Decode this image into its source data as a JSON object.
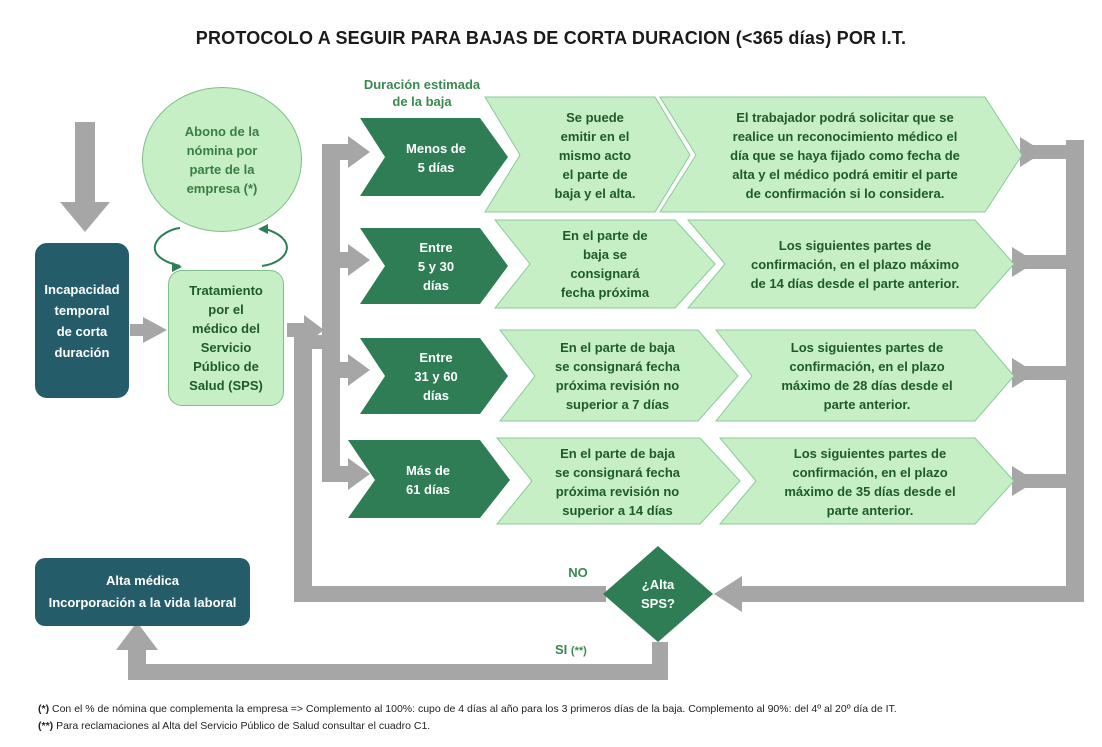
{
  "title": "PROTOCOLO  A SEGUIR PARA BAJAS DE CORTA DURACION (<365 días) POR I.T.",
  "incapacidad": [
    "Incapacidad",
    "temporal",
    "de corta",
    "duración"
  ],
  "abono": [
    "Abono de la",
    "nómina  por",
    "parte de la",
    "empresa (*)"
  ],
  "tratamiento": [
    "Tratamiento",
    "por el",
    "médico del",
    "Servicio",
    "Público de",
    "Salud (SPS)"
  ],
  "duracion_label": [
    "Duración estimada",
    "de la baja"
  ],
  "rows": [
    {
      "duration": [
        "Menos de",
        "5 días"
      ],
      "partes": [
        "Se puede",
        "emitir en el",
        "mismo acto",
        "el parte de",
        "baja y el alta."
      ],
      "confirmacion": [
        "El trabajador podrá solicitar que se",
        "realice un reconocimiento médico el",
        "día que se haya fijado como fecha de",
        "alta y el médico podrá emitir el parte",
        "de confirmación si lo considera."
      ]
    },
    {
      "duration": [
        "Entre",
        "5  y  30",
        "días"
      ],
      "partes": [
        "En el parte de",
        "baja se",
        "consignará",
        "fecha próxima"
      ],
      "confirmacion": [
        "Los siguientes partes de",
        "confirmación, en el plazo máximo",
        "de 14 días desde el parte anterior."
      ]
    },
    {
      "duration": [
        "Entre",
        "31  y  60",
        "días"
      ],
      "partes": [
        "En el parte de baja",
        "se consignará fecha",
        "próxima revisión no",
        "superior a 7 días"
      ],
      "confirmacion": [
        "Los siguientes partes de",
        "confirmación, en el plazo",
        "máximo de 28 días desde el",
        "parte anterior."
      ]
    },
    {
      "duration": [
        "Más de",
        "61 días"
      ],
      "partes": [
        "En el parte de baja",
        "se consignará fecha",
        "próxima revisión no",
        "superior a 14 días"
      ],
      "confirmacion": [
        "Los siguientes partes de",
        "confirmación, en el plazo",
        "máximo de 35 días desde el",
        "parte anterior."
      ]
    }
  ],
  "decision": [
    "¿Alta",
    "SPS?"
  ],
  "no_label": "NO",
  "si_label": "SI",
  "si_ref": "(**)",
  "alta": [
    "Alta médica",
    "Incorporación a la vida laboral"
  ],
  "notes": [
    {
      "mark": "(*)",
      "text": " Con el % de nómina que complementa la empresa => Complemento al 100%: cupo de 4 días al año para los 3 primeros días de la baja. Complemento  al 90%:  del  4º al 20º día de IT."
    },
    {
      "mark": "(**)",
      "text": " Para reclamaciones al Alta del Servicio Público de Salud consultar el cuadro C1."
    }
  ],
  "colors": {
    "dark_green": "#2e7d55",
    "light_green": "#c6efc6",
    "teal": "#255c6a",
    "gray_arrow": "#a6a6a6",
    "text_green": "#3a7d44"
  }
}
